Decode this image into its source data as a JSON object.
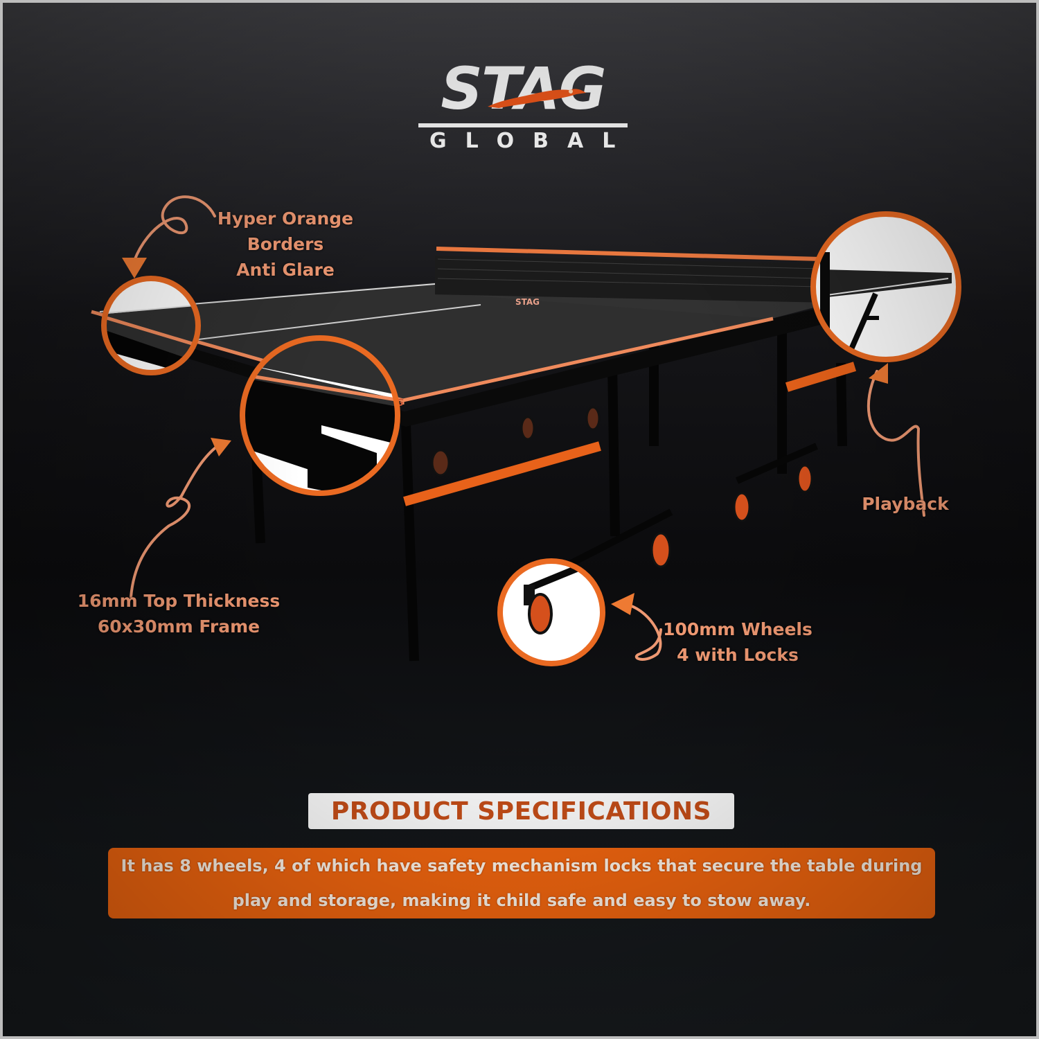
{
  "brand": {
    "name": "STAG",
    "subtitle": "GLOBAL",
    "logo_icon": "leaping-stag-icon"
  },
  "callouts": [
    {
      "id": "borders",
      "text": "Hyper Orange\nBorders\nAnti Glare",
      "arrow_icon": "curly-arrow-down-icon"
    },
    {
      "id": "thickness",
      "text": "16mm Top Thickness\n60x30mm Frame",
      "arrow_icon": "curly-arrow-up-icon"
    },
    {
      "id": "playback",
      "text": "Playback",
      "arrow_icon": "curly-arrow-up-icon"
    },
    {
      "id": "wheels",
      "text": "100mm Wheels\n4 with Locks",
      "arrow_icon": "curly-arrow-left-icon"
    }
  ],
  "specifications": {
    "title": "PRODUCT SPECIFICATIONS",
    "body": "It has 8 wheels, 4 of which have safety mechanism locks that secure the table during play and storage, making it child safe and easy to stow away."
  },
  "colors": {
    "accent_orange": "#f0650f",
    "label_orange": "#ee9872",
    "title_orange": "#c44d18",
    "background_dark": "#0b0b0d"
  }
}
